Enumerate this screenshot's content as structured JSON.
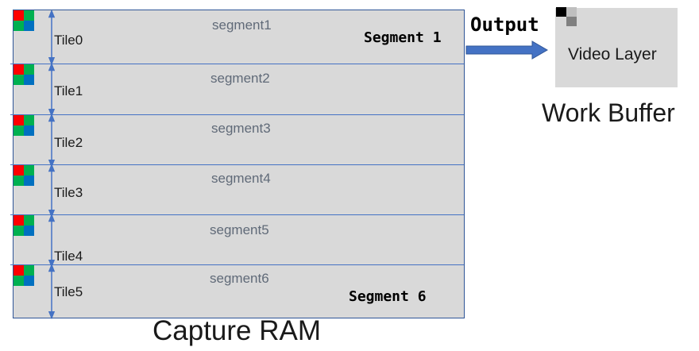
{
  "capture_ram": {
    "caption": "Capture RAM",
    "tiles": [
      {
        "tile_label": "Tile0",
        "segment_label": "segment1",
        "big_label": "Segment 1"
      },
      {
        "tile_label": "Tile1",
        "segment_label": "segment2",
        "big_label": ""
      },
      {
        "tile_label": "Tile2",
        "segment_label": "segment3",
        "big_label": ""
      },
      {
        "tile_label": "Tile3",
        "segment_label": "segment4",
        "big_label": ""
      },
      {
        "tile_label": "Tile4",
        "segment_label": "segment5",
        "big_label": ""
      },
      {
        "tile_label": "Tile5",
        "segment_label": "segment6",
        "big_label": "Segment 6"
      }
    ]
  },
  "output": {
    "label": "Output"
  },
  "work_buffer": {
    "caption": "Work Buffer",
    "video_layer_label": "Video Layer"
  },
  "colors": {
    "region_fill": "#d9d9d9",
    "border_blue": "#2f5597",
    "arrow_blue": "#4472c4",
    "pixel_red": "#ff0000",
    "pixel_green": "#00b050",
    "pixel_blue": "#0070c0"
  }
}
